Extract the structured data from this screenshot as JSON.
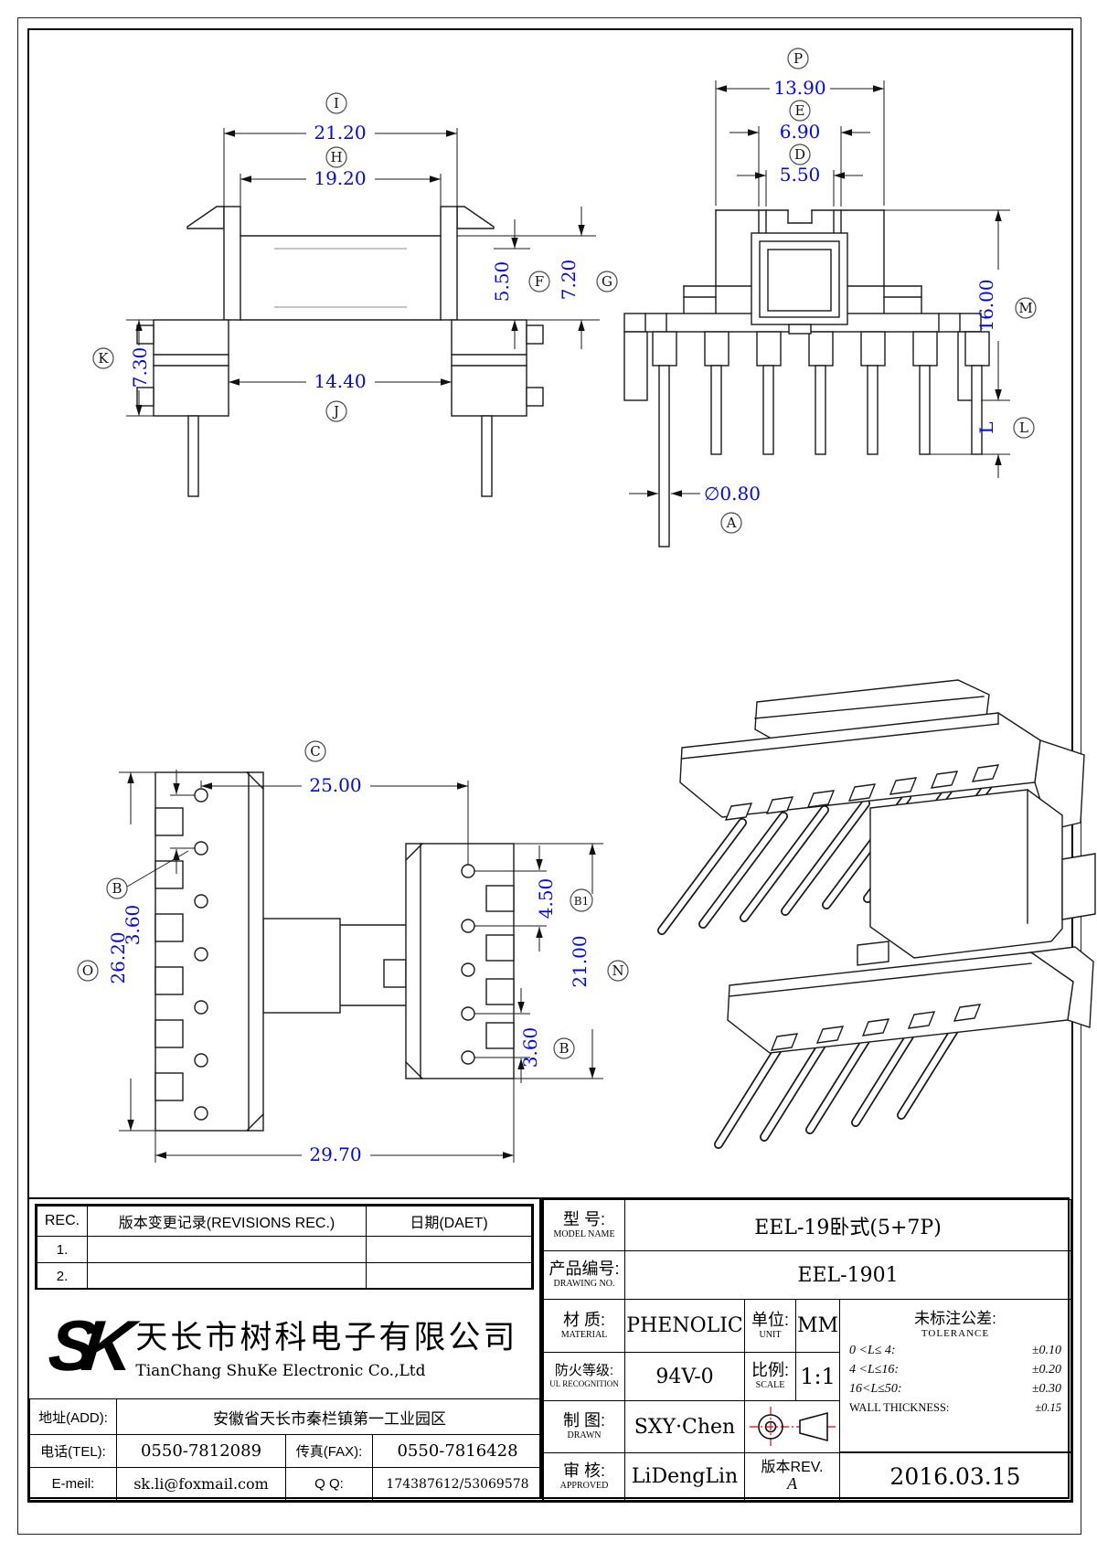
{
  "colors": {
    "line": "#1a1a1a",
    "dimension_blue": "#0007e8",
    "projection_red": "#e80000",
    "background": "#ffffff"
  },
  "views": {
    "side": {
      "callout_i": "I",
      "dim_i": "21.20",
      "callout_h": "H",
      "dim_h": "19.20",
      "callout_j": "J",
      "dim_j": "14.40",
      "callout_k": "K",
      "dim_k": "7.30",
      "callout_f": "F",
      "dim_f": "5.50",
      "callout_g": "G",
      "dim_g": "7.20"
    },
    "front": {
      "callout_p": "P",
      "dim_p": "13.90",
      "callout_e": "E",
      "dim_e": "6.90",
      "callout_d": "D",
      "dim_d": "5.50",
      "callout_m": "M",
      "dim_m": "16.00",
      "callout_l": "L",
      "dim_l": "L",
      "callout_a": "A",
      "dim_a": "∅0.80"
    },
    "plan": {
      "callout_c": "C",
      "dim_c": "25.00",
      "callout_o": "O",
      "dim_o": "26.20",
      "callout_b_left": "B",
      "dim_b_left": "3.60",
      "callout_b1": "B1",
      "dim_b1": "4.50",
      "callout_n": "N",
      "dim_n": "21.00",
      "callout_b_bottom": "B",
      "dim_b_bottom": "3.60",
      "dim_overall_width": "29.70"
    }
  },
  "revision_table": {
    "col_rec": "REC.",
    "col_desc": "版本变更记录(REVISIONS REC.)",
    "col_date": "日期(DAET)",
    "rows": [
      "1.",
      "2."
    ]
  },
  "company": {
    "logo": "SK",
    "name_cn": "天长市树科电子有限公司",
    "name_en": "TianChang ShuKe Electronic Co.,Ltd",
    "addr_label": "地址(ADD):",
    "addr": "安徽省天长市秦栏镇第一工业园区",
    "tel_label": "电话(TEL):",
    "tel": "0550-7812089",
    "fax_label": "传真(FAX):",
    "fax": "0550-7816428",
    "email_label": "E-meil:",
    "email": "sk.li@foxmail.com",
    "qq_label": "Q Q:",
    "qq": "174387612/53069578"
  },
  "spec": {
    "model_label_cn": "型  号:",
    "model_label_en": "MODEL NAME",
    "model": "EEL-19卧式(5+7P)",
    "part_label_cn": "产品编号:",
    "part_label_en": "DRAWING NO.",
    "part_no": "EEL-1901",
    "material_label_cn": "材  质:",
    "material_label_en": "MATERIAL",
    "material": "PHENOLIC",
    "unit_label_cn": "单位:",
    "unit_label_en": "UNIT",
    "unit": "MM",
    "fire_label_cn": "防火等级:",
    "fire_label_en": "UL RECOGNITION",
    "fire": "94V-0",
    "scale_label_cn": "比例:",
    "scale_label_en": "SCALE",
    "scale": "1:1",
    "drawn_label_cn": "制  图:",
    "drawn_label_en": "DRAWN",
    "drawn": "SXY·Chen",
    "approved_label_cn": "审  核:",
    "approved_label_en": "APPROVED",
    "approved": "LiDengLin",
    "rev_label": "版本REV.",
    "rev": "A",
    "date": "2016.03.15"
  },
  "tolerance": {
    "title_cn": "未标注公差:",
    "title_en": "TOLERANCE",
    "rows": [
      {
        "range": "0 <L≤ 4:",
        "value": "±0.10"
      },
      {
        "range": "4 <L≤16:",
        "value": "±0.20"
      },
      {
        "range": "16<L≤50:",
        "value": "±0.30"
      },
      {
        "range": "WALL THICKNESS:",
        "value": "±0.15"
      }
    ]
  }
}
